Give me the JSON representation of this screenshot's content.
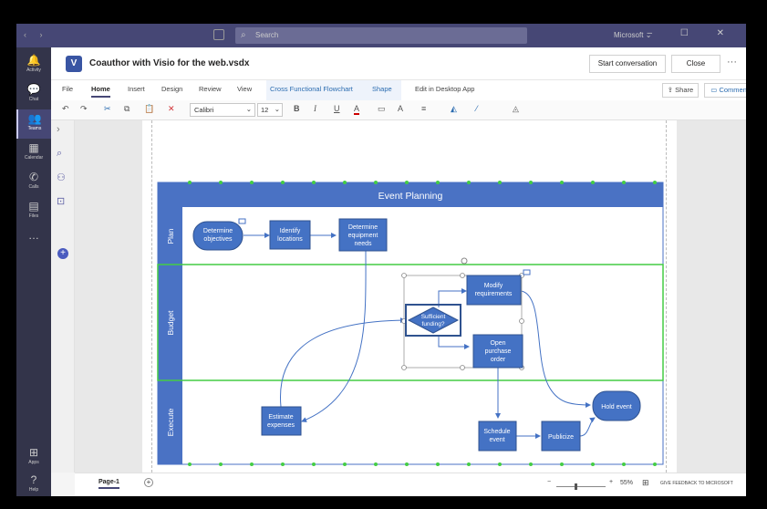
{
  "titlebar": {
    "search_placeholder": "Search",
    "org_label": "Microsoft",
    "org_chevron": "⌄",
    "nav_glyphs": "‹ ›",
    "window_buttons": "– ☐ ✕"
  },
  "rail": {
    "items": [
      {
        "label": "Activity",
        "icon": "bell-icon",
        "glyph": "🔔"
      },
      {
        "label": "Chat",
        "icon": "chat-icon",
        "glyph": "💬"
      },
      {
        "label": "Teams",
        "icon": "teams-icon",
        "glyph": "👥"
      },
      {
        "label": "Calendar",
        "icon": "calendar-icon",
        "glyph": "▦"
      },
      {
        "label": "Calls",
        "icon": "phone-icon",
        "glyph": "✆"
      },
      {
        "label": "Files",
        "icon": "files-icon",
        "glyph": "▤"
      },
      {
        "label": "",
        "icon": "more-icon",
        "glyph": "…"
      }
    ],
    "bottom": [
      {
        "label": "Apps",
        "icon": "apps-icon",
        "glyph": "⊞"
      },
      {
        "label": "Help",
        "icon": "help-icon",
        "glyph": "?"
      }
    ]
  },
  "header": {
    "logo_letter": "V",
    "title": "Coauthor with Visio for the web.vsdx",
    "start_conversation": "Start conversation",
    "close": "Close",
    "more": "···"
  },
  "ribbon": {
    "tabs": [
      "File",
      "Home",
      "Insert",
      "Design",
      "Review",
      "View",
      "Cross Functional Flowchart",
      "Shape",
      "Edit in Desktop App"
    ],
    "active_tab": "Home",
    "share": "Share",
    "comments": "Comments"
  },
  "toolbar": {
    "font": "Calibri",
    "size": "12",
    "undo": "↶",
    "redo": "↷",
    "cut": "✂",
    "copy": "⧉",
    "paste": "📋",
    "delete": "✕",
    "bold": "B",
    "italic": "I",
    "underline": "U",
    "font_color": "A",
    "textbox": "▭",
    "grow": "A",
    "align": "≡",
    "fill": "◭",
    "line": "⁄",
    "effects": "◬"
  },
  "diagram": {
    "title": "Event Planning",
    "lanes": [
      "Plan",
      "Budget",
      "Execute"
    ],
    "shapes": {
      "determine_objectives": "Determine objectives",
      "identify_locations": "Identify locations",
      "determine_equipment": "Determine equipment needs",
      "modify_requirements": "Modify requirements",
      "sufficient_funding": "Sufficient funding?",
      "open_purchase_order": "Open purchase order",
      "estimate_expenses": "Estimate expenses",
      "schedule_event": "Schedule event",
      "publicize": "Publicize",
      "hold_event": "Hold event"
    }
  },
  "status": {
    "page_tab": "Page-1",
    "zoom_minus": "−",
    "zoom_plus": "+",
    "zoom": "55%",
    "feedback": "GIVE FEEDBACK TO MICROSOFT"
  },
  "colors": {
    "teams_purple": "#464775",
    "shape_blue": "#4472c4",
    "header_blue": "#4a72c4",
    "lane_highlight": "#44cc44"
  }
}
